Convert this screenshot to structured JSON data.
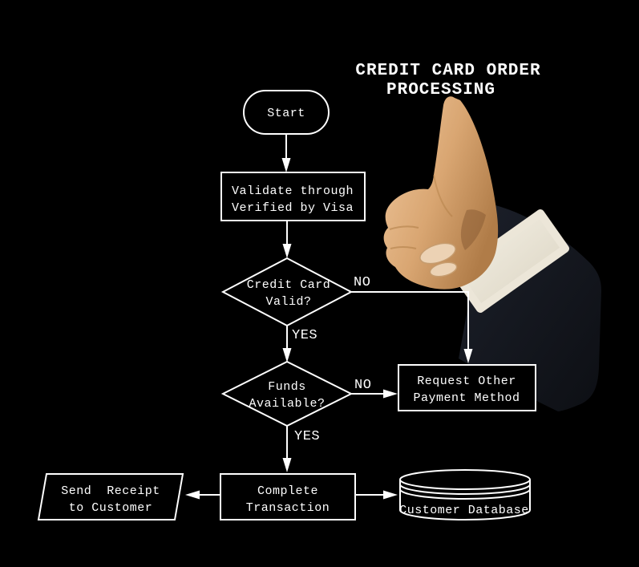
{
  "title": {
    "line1": "CREDIT CARD ORDER",
    "line2": "PROCESSING"
  },
  "colors": {
    "background": "#000000",
    "line": "#ffffff",
    "suit": "#161a22",
    "cuff": "#ece6d8",
    "skin_light": "#f0c89e",
    "skin_dark": "#b07c48"
  },
  "nodes": {
    "start": {
      "type": "terminator",
      "label": "Start"
    },
    "validate": {
      "type": "process",
      "line1": "Validate through",
      "line2": "Verified by Visa"
    },
    "card_valid": {
      "type": "decision",
      "line1": "Credit Card",
      "line2": "Valid?"
    },
    "funds": {
      "type": "decision",
      "line1": "Funds",
      "line2": "Available?"
    },
    "request": {
      "type": "process",
      "line1": "Request Other",
      "line2": "Payment Method"
    },
    "complete": {
      "type": "process",
      "line1": "Complete",
      "line2": "Transaction"
    },
    "receipt": {
      "type": "input-output",
      "line1": "Send  Receipt",
      "line2": "to Customer"
    },
    "database": {
      "type": "database",
      "label": "Customer Database"
    }
  },
  "edge_labels": {
    "card_valid_no": "NO",
    "card_valid_yes": "YES",
    "funds_no": "NO",
    "funds_yes": "YES"
  }
}
